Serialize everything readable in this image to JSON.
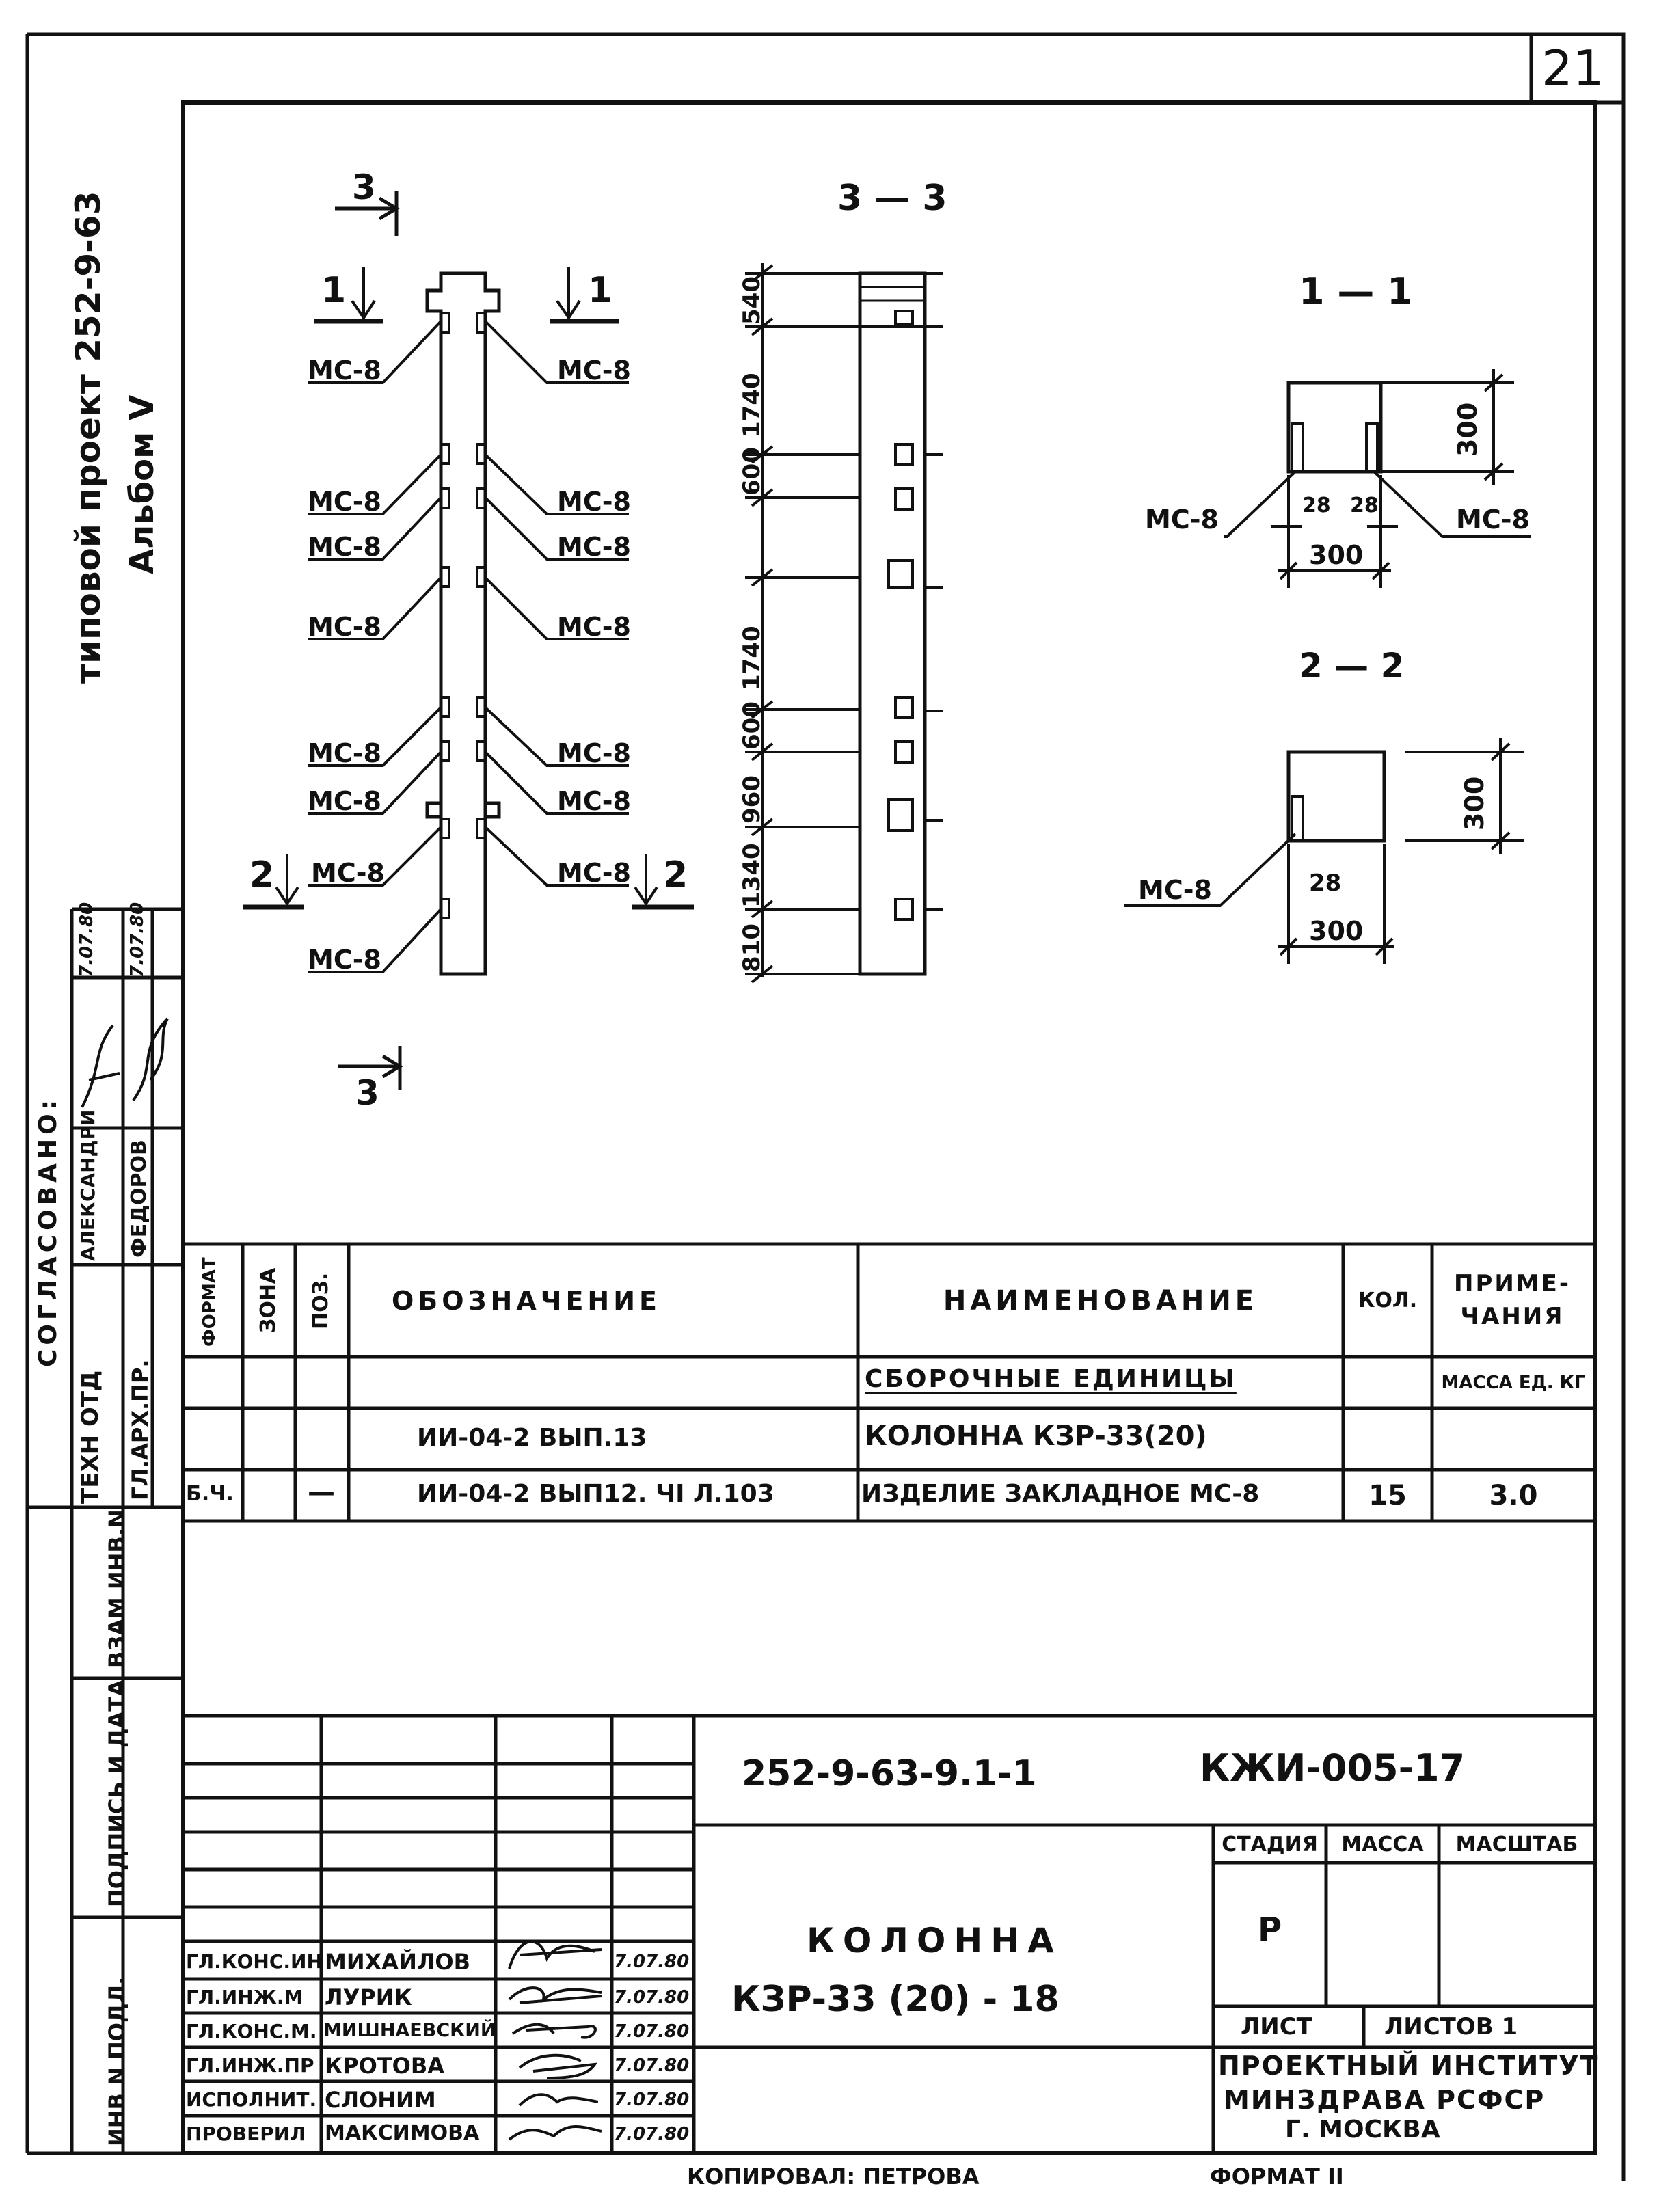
{
  "sheet_number": "21",
  "project": {
    "line1": "типовой проект 252-9-63",
    "line2": "Альбом V"
  },
  "agreed": {
    "title": "СОГЛАСОВАНО:",
    "rows": [
      {
        "role": "ТЕХН ОТД",
        "name": "АЛЕКСАНДРИ",
        "date": "7.07.80"
      },
      {
        "role": "ГЛ.АРХ.ПР.",
        "name": "ФЕДОРОВ",
        "date": "7.07.80"
      }
    ]
  },
  "left_strip": {
    "vzam": "ВЗАМ ИНВ.N",
    "podpis": "ПОДПИСЬ И ДАТА",
    "inv": "ИНВ N ПОДЛ."
  },
  "drawing": {
    "embed": "МС-8",
    "sec3_top": "3",
    "sec3_bottom": "3",
    "sec1": "1",
    "sec2": "2",
    "title_33": "3 — 3",
    "title_11": "1 — 1",
    "title_22": "2 — 2",
    "dims_33": [
      "540",
      "1740",
      "600",
      "1740",
      "600",
      "960",
      "1340",
      "810"
    ],
    "dims_11": {
      "height": "300",
      "a": "28",
      "b": "28",
      "width": "300"
    },
    "dims_22": {
      "height": "300",
      "a": "28",
      "width": "300"
    }
  },
  "spec": {
    "headers": {
      "format": "ФОРМАТ",
      "zone": "ЗОНА",
      "pos": "ПОЗ.",
      "designation": "ОБОЗНАЧЕНИЕ",
      "name": "НАИМЕНОВАНИЕ",
      "qty": "КОЛ.",
      "note": "ПРИМЕ-ЧАНИЯ"
    },
    "section": "СБОРОЧНЫЕ ЕДИНИЦЫ",
    "mass_label": "МАССА ЕД. КГ",
    "rows": [
      {
        "format": "",
        "zone": "",
        "pos": "",
        "designation": "ИИ-04-2 ВЫП.13",
        "name": "КОЛОННА КЗР-33(20)",
        "qty": "",
        "note": ""
      },
      {
        "format": "Б.Ч.",
        "zone": "",
        "pos": "—",
        "designation": "ИИ-04-2 ВЫП12. ЧI Л.103",
        "name": "ИЗДЕЛИЕ ЗАКЛАДНОЕ МС-8",
        "qty": "15",
        "note": "3.0"
      }
    ]
  },
  "title_block": {
    "doc_code": "252-9-63-9.1-1",
    "doc_code2": "КЖИ-005-17",
    "item_name_1": "КОЛОННА",
    "item_name_2": "КЗР-33 (20) - 18",
    "stage_label": "СТАДИЯ",
    "mass_label": "МАССА",
    "scale_label": "МАСШТАБ",
    "stage": "Р",
    "sheet_label": "ЛИСТ",
    "sheets_label": "ЛИСТОВ 1",
    "org1": "ПРОЕКТНЫЙ ИНСТИТУТ",
    "org2": "МИНЗДРАВА РСФСР",
    "org3": "Г. МОСКВА",
    "staff": [
      {
        "role": "ГЛ.КОНС.ИН",
        "name": "МИХАЙЛОВ",
        "date": "7.07.80"
      },
      {
        "role": "ГЛ.ИНЖ.М",
        "name": "ЛУРИК",
        "date": "7.07.80"
      },
      {
        "role": "ГЛ.КОНС.М.",
        "name": "МИШНАЕВСКИЙ",
        "date": "7.07.80"
      },
      {
        "role": "ГЛ.ИНЖ.ПР",
        "name": "КРОТОВА",
        "date": "7.07.80"
      },
      {
        "role": "ИСПОЛНИТ.",
        "name": "СЛОНИМ",
        "date": "7.07.80"
      },
      {
        "role": "ПРОВЕРИЛ",
        "name": "МАКСИМОВА",
        "date": "7.07.80"
      }
    ]
  },
  "footer": {
    "copied": "КОПИРОВАЛ: ПЕТРОВА",
    "format": "ФОРМАТ II"
  }
}
